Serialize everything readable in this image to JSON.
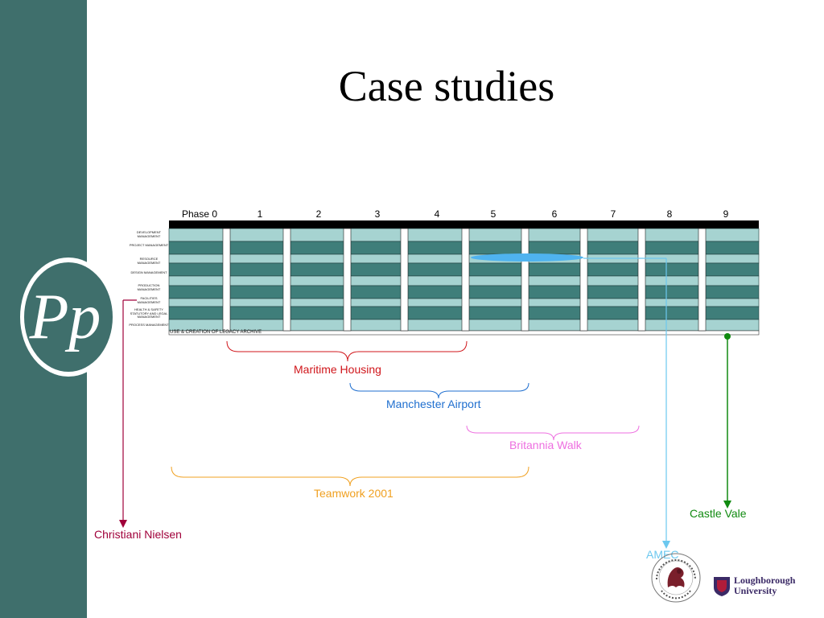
{
  "slide": {
    "page_marker": "·",
    "title": "Case studies",
    "logo_letters": "Pp"
  },
  "phases": [
    "Phase 0",
    "1",
    "2",
    "3",
    "4",
    "5",
    "6",
    "7",
    "8",
    "9"
  ],
  "activities": [
    "DEVELOPMENT MANAGEMENT",
    "PROJECT MANAGEMENT",
    "RESOURCE MANAGEMENT",
    "DESIGN MANAGEMENT",
    "PRODUCTION MANAGEMENT",
    "FACILITIES MANAGEMENT",
    "HEALTH & SAFETY STATUTORY AND LEGAL MANAGEMENT",
    "PROCESS MANAGEMENT"
  ],
  "legacy_label": "USE & CREATION OF LEGACY ARCHIVE",
  "case_studies": {
    "maritime": "Maritime Housing",
    "manchester": "Manchester Airport",
    "britannia": "Britannia Walk",
    "teamwork": "Teamwork 2001",
    "castle_vale": "Castle Vale",
    "christiani": "Christiani Nielsen",
    "amec": "AMEC"
  },
  "colors": {
    "sidebar": "#3f6f6c",
    "row_dark": "#3f7e7a",
    "row_light": "#a6d3d1",
    "maritime": "#d0161b",
    "manchester": "#1f6fcf",
    "britannia": "#ee6fe0",
    "teamwork": "#f0a020",
    "castle_vale": "#108a10",
    "christiani": "#a0003a",
    "amec": "#6cc8ef"
  },
  "university_logos": {
    "salford": "THE UNIVERSITY OF SALFORD",
    "loughborough_line1": "Loughborough",
    "loughborough_line2": "University"
  }
}
